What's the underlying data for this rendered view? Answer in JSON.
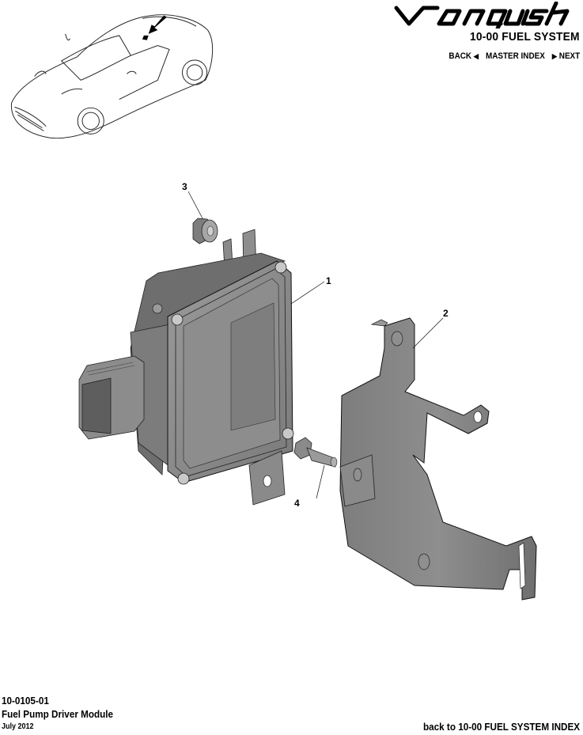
{
  "header": {
    "brand": "Vanquish",
    "section_title": "10-00 FUEL SYSTEM",
    "nav": {
      "back_label": "BACK",
      "back_icon": "triangle-left",
      "master_index_label": "MASTER INDEX",
      "next_icon": "triangle-right",
      "next_label": "NEXT"
    }
  },
  "locator": {
    "description": "Car locator illustration with arrow indicating component location",
    "arrow_icon": "location-arrow"
  },
  "diagram": {
    "callouts": [
      {
        "number": "1",
        "part": "Fuel pump driver module"
      },
      {
        "number": "2",
        "part": "Bracket"
      },
      {
        "number": "3",
        "part": "Nut"
      },
      {
        "number": "4",
        "part": "Bolt"
      }
    ],
    "colors": {
      "part_fill": "#8a8a8a",
      "part_light": "#b5b5b5",
      "part_dark": "#5e5e5e",
      "outline": "#1a1a1a"
    }
  },
  "footer": {
    "code": "10-0105-01",
    "title": "Fuel Pump Driver Module",
    "date": "July 2012",
    "back_link": "back to 10-00 FUEL SYSTEM INDEX"
  }
}
